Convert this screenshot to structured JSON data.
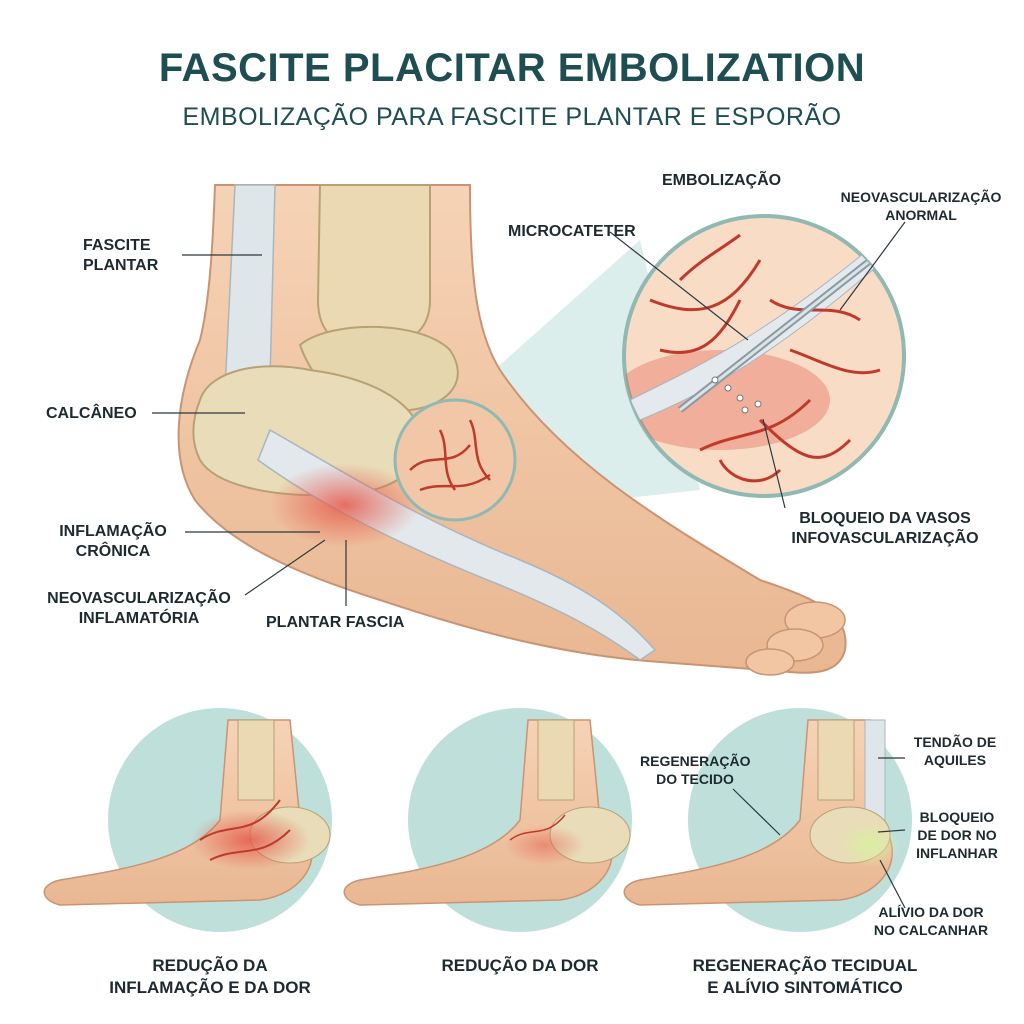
{
  "header": {
    "title": "FASCITE PLACITAR EMBOLIZATION",
    "subtitle": "EMBOLIZAÇÃO PARA FASCITE PLANTAR E ESPORÃO"
  },
  "main_labels": {
    "fascite_plantar": [
      "FASCITE",
      "PLANTAR"
    ],
    "calcaneo": "CALCÂNEO",
    "inflamacao_cronica": [
      "INFLAMAÇÃO",
      "CRÔNICA"
    ],
    "neovascularizacao_inflamatoria": [
      "NEOVASCULARIZAÇÃO",
      "INFLAMATÓRIA"
    ],
    "plantar_fascia": "PLANTAR FASCIA"
  },
  "inset_labels": {
    "embolizacao": "EMBOLIZAÇÃO",
    "microcateter": "MICROCATETER",
    "neovascularizacao_anormal": [
      "NEOVASCULARIZAÇÃO",
      "ANORMAL"
    ],
    "bloqueio_vasos": [
      "BLOQUEIO DA VASOS",
      "INFOVASCULARIZAÇÃO"
    ]
  },
  "stage_labels": {
    "regeneracao_tecido": [
      "REGENERAÇÃO",
      "DO TECIDO"
    ],
    "tendao_aquiles": [
      "TENDÃO DE",
      "AQUILES"
    ],
    "bloqueio_dor": [
      "BLOQUEIO",
      "DE DOR NO",
      "INFLANHAR"
    ],
    "alivio_dor": [
      "ALÍVIO DA DOR",
      "NO CALCANHAR"
    ]
  },
  "captions": [
    [
      "REDUÇÃO DA",
      "INFLAMAÇÃO E DA DOR"
    ],
    [
      "REDUÇÃO DA DOR"
    ],
    [
      "REGENERAÇÃO TECIDUAL",
      "E ALÍVIO SINTOMÁTICO"
    ]
  ],
  "colors": {
    "title": "#1e4d52",
    "teal_bg": "#bfe0da",
    "skin": "#f3c9a6",
    "bone": "#e9dcb8",
    "inflammation": "#e45a4a",
    "vessel": "#c0392b",
    "relief": "#cfe89a"
  }
}
